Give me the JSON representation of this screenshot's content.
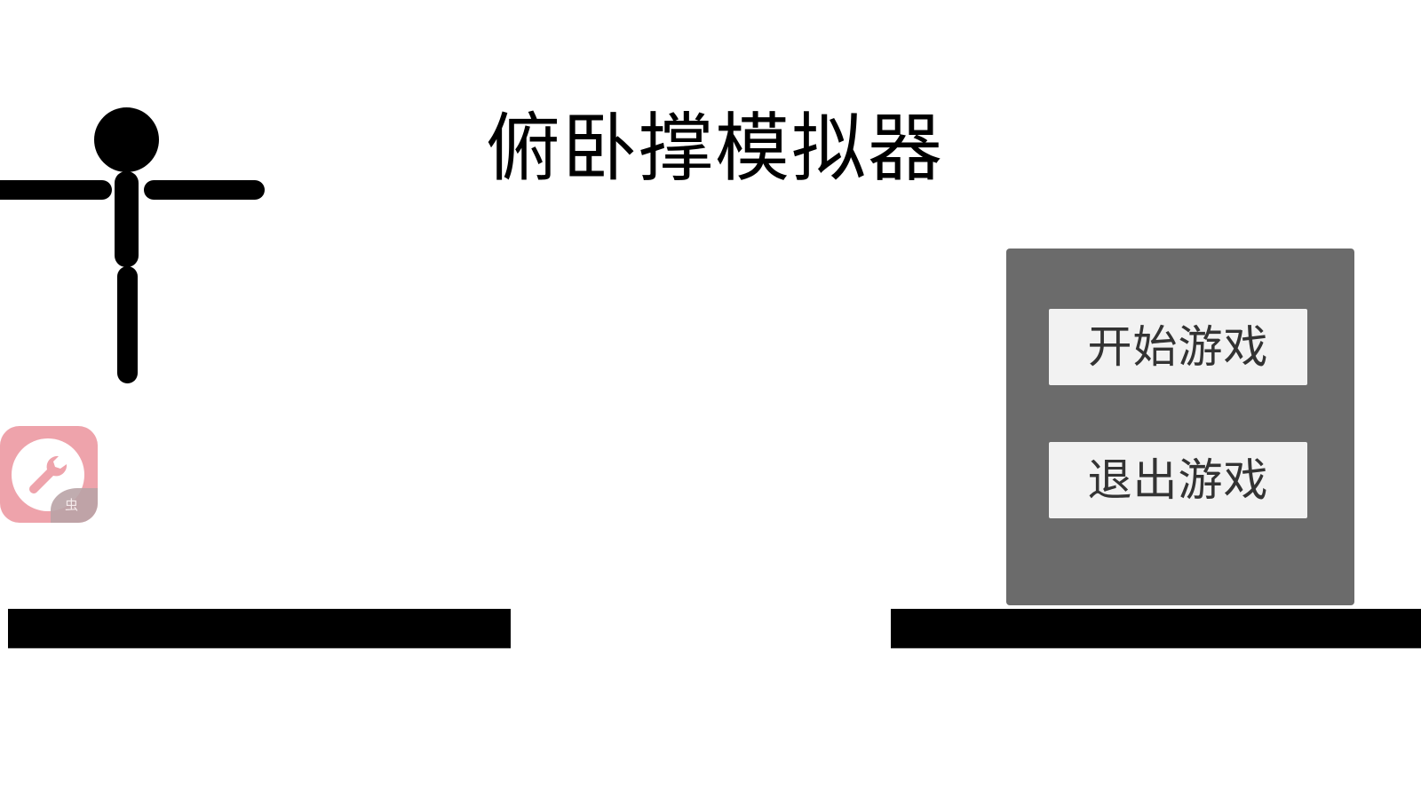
{
  "game": {
    "title": "俯卧撑模拟器"
  },
  "menu": {
    "start_label": "开始游戏",
    "exit_label": "退出游戏"
  },
  "debug_tool": {
    "icon": "wrench-icon",
    "badge_label": "虫"
  },
  "colors": {
    "background": "#ffffff",
    "menu_panel": "#6b6b6b",
    "menu_button": "#f2f2f2",
    "menu_button_text": "#333333",
    "platform": "#000000",
    "stickman": "#000000",
    "debug_icon": "#eea3ab"
  }
}
